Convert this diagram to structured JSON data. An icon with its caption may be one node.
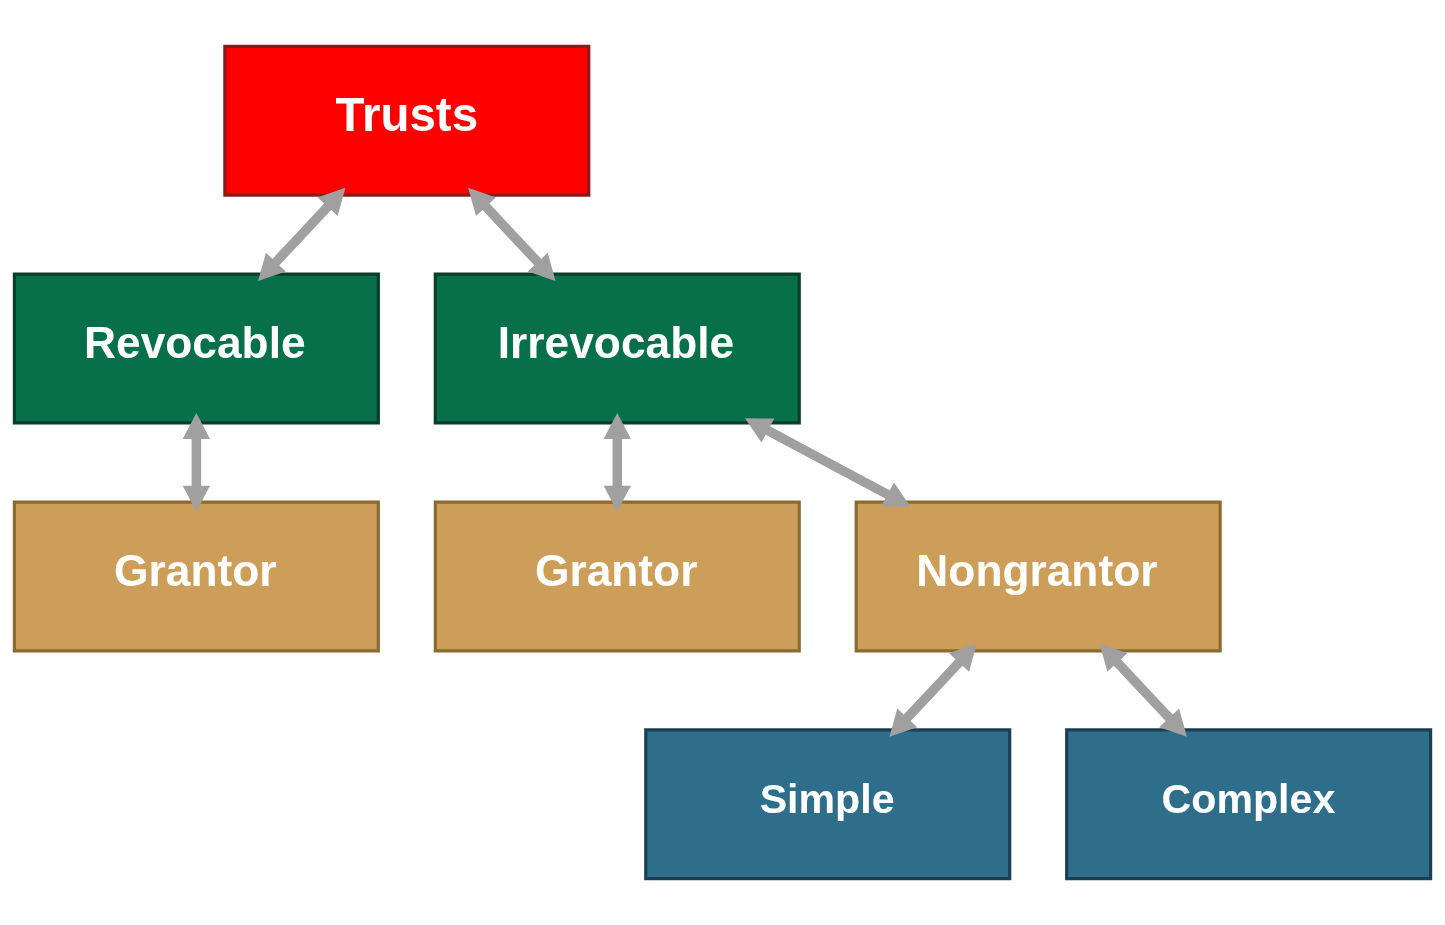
{
  "diagram": {
    "nodes": [
      {
        "text": [
          "Trusts"
        ]
      },
      {
        "text": [
          "Revocable"
        ]
      },
      {
        "text": [
          "Irrevocable"
        ]
      },
      {
        "text": [
          "Grantor"
        ]
      },
      {
        "text": [
          "Grantor"
        ]
      },
      {
        "text": [
          "Nongrantor"
        ]
      },
      {
        "text": [
          "Simple"
        ]
      },
      {
        "text": [
          "Complex"
        ]
      }
    ],
    "edges": [
      {
        "from": 0,
        "to": 1,
        "arrow": "both"
      },
      {
        "from": 0,
        "to": 2,
        "arrow": "both"
      },
      {
        "from": 1,
        "to": 3,
        "arrow": "both"
      },
      {
        "from": 2,
        "to": 4,
        "arrow": "both"
      },
      {
        "from": 2,
        "to": 5,
        "arrow": "both"
      },
      {
        "from": 5,
        "to": 6,
        "arrow": "both"
      },
      {
        "from": 5,
        "to": 7,
        "arrow": "both"
      }
    ]
  }
}
